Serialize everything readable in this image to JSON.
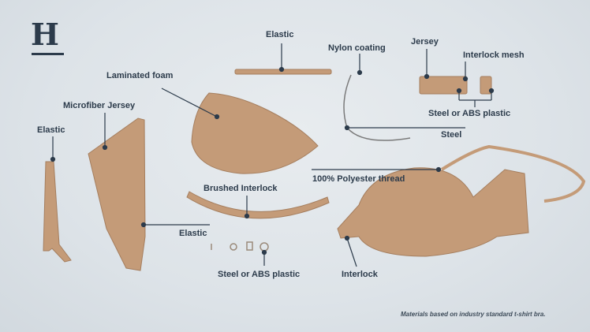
{
  "logo": {
    "letter": "H"
  },
  "labels": {
    "elastic_top": "Elastic",
    "nylon_coating": "Nylon coating",
    "jersey": "Jersey",
    "interlock_mesh": "Interlock mesh",
    "steel_abs_top": "Steel or ABS plastic",
    "steel": "Steel",
    "laminated_foam": "Laminated foam",
    "microfiber_jersey": "Microfiber Jersey",
    "elastic_left": "Elastic",
    "polyester_thread": "100% Polyester thread",
    "brushed_interlock": "Brushed Interlock",
    "elastic_middle": "Elastic",
    "steel_abs_bottom": "Steel or ABS plastic",
    "interlock": "Interlock"
  },
  "footnote": "Materials based on industry standard t-shirt bra.",
  "colors": {
    "fabric": "#c49b78",
    "ink": "#2c3b4b"
  }
}
